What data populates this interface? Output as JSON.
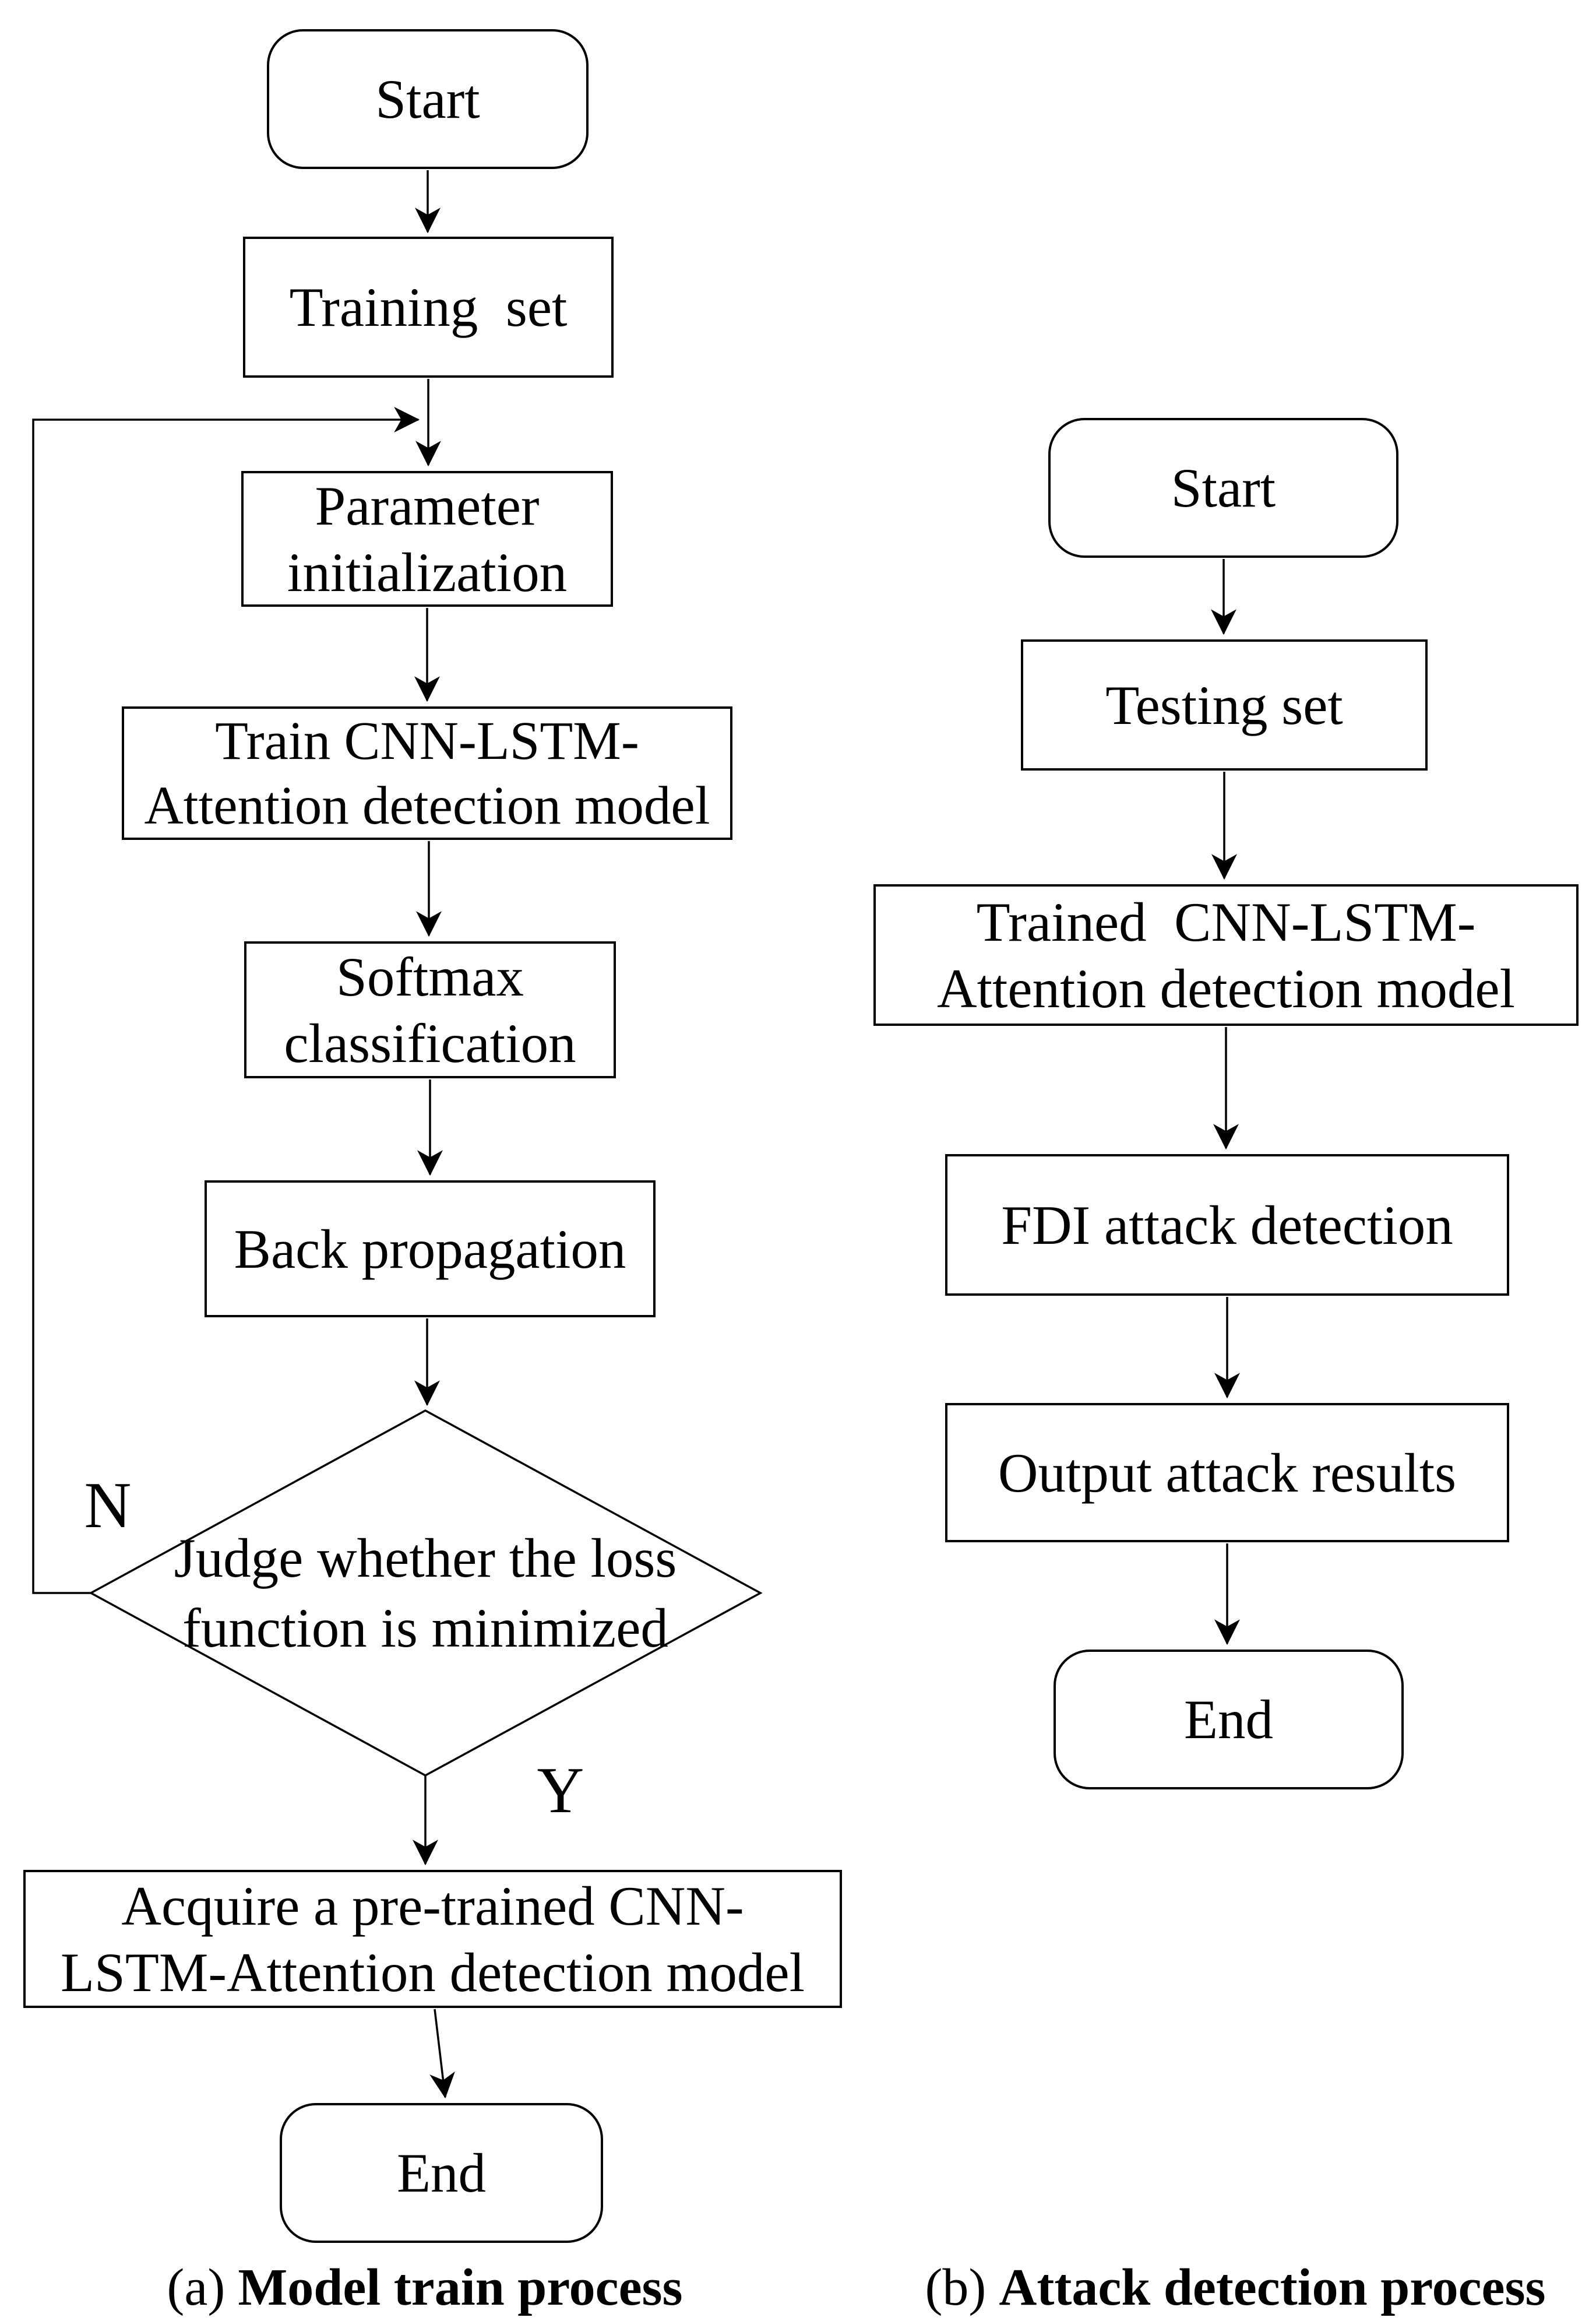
{
  "colors": {
    "ink": "#000000",
    "paper": "#ffffff"
  },
  "flow_a": {
    "caption": {
      "index": "(a)",
      "title": "Model train process"
    },
    "start": "Start",
    "training_set": "Training  set",
    "param_init": {
      "line1": "Parameter",
      "line2": "initialization"
    },
    "train_model": {
      "line1": "Train CNN-LSTM-",
      "line2": "Attention detection model"
    },
    "softmax": {
      "line1": "Softmax",
      "line2": "classification"
    },
    "backprop": "Back propagation",
    "judge": {
      "line1": "Judge whether the loss",
      "line2": "function is minimized"
    },
    "label_no": "N",
    "label_yes": "Y",
    "acquire": {
      "line1": "Acquire a pre-trained CNN-",
      "line2": "LSTM-Attention detection model"
    },
    "end": "End"
  },
  "flow_b": {
    "caption": {
      "index": "(b)",
      "title": "Attack detection process"
    },
    "start": "Start",
    "testing_set": "Testing set",
    "trained_model": {
      "line1": "Trained  CNN-LSTM-",
      "line2": "Attention detection model"
    },
    "fdi_detection": "FDI attack detection",
    "output_results": "Output attack results",
    "end": "End"
  }
}
